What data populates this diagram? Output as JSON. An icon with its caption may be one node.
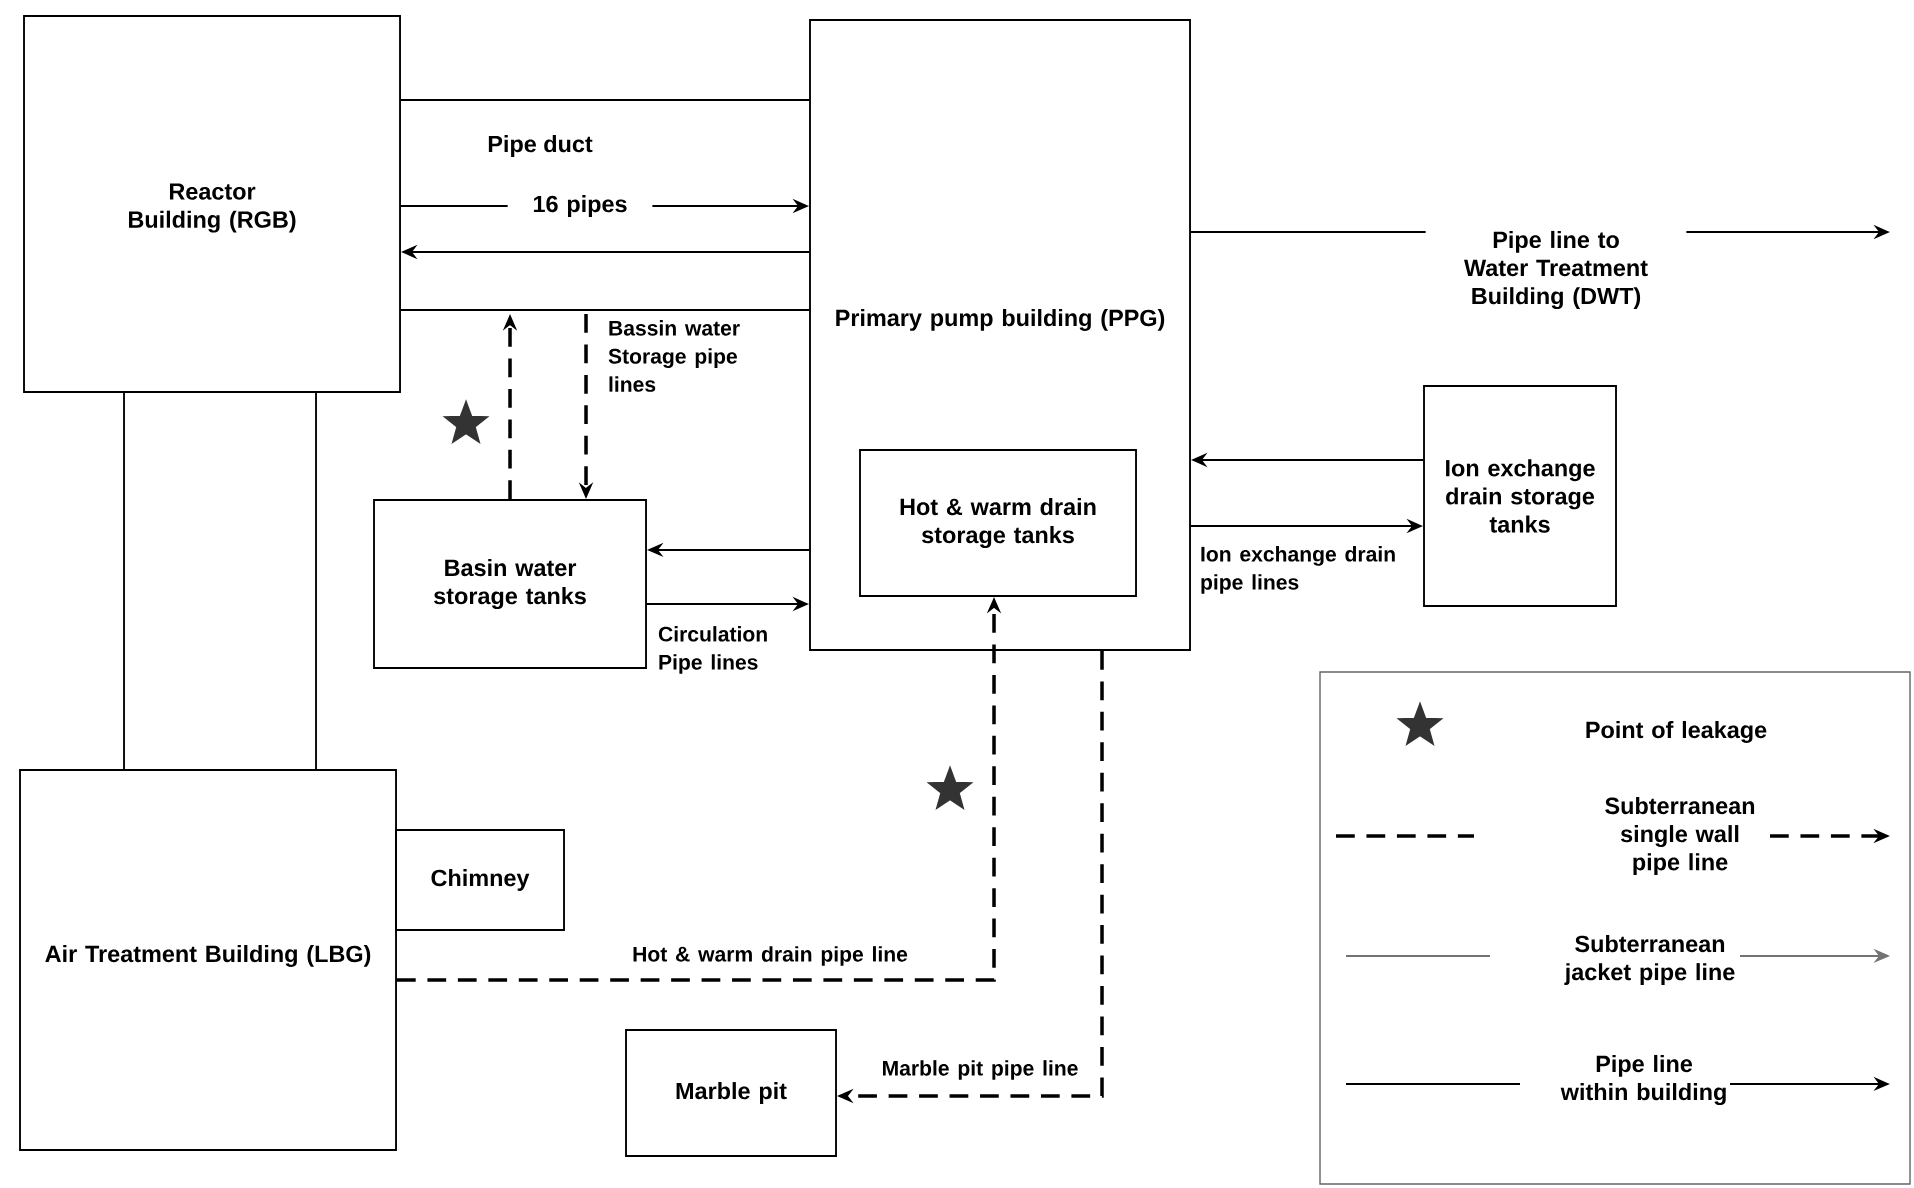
{
  "diagram": {
    "nodes": [
      {
        "text": [
          "Reactor Building (RGB)"
        ]
      },
      {
        "text": [
          "Primary pump building (PPG)"
        ]
      },
      {
        "text": [
          "Hot & warm drain storage tanks"
        ],
        "in": 1
      },
      {
        "text": [
          "Basin water storage tanks"
        ]
      },
      {
        "text": [
          "Ion exchange drain storage tanks"
        ]
      },
      {
        "text": [
          "Air Treatment Building (LBG)"
        ]
      },
      {
        "text": [
          "Chimney"
        ]
      },
      {
        "text": [
          "Marble pit"
        ]
      }
    ],
    "edges": [
      {
        "from": 0,
        "to": 1,
        "arrow": "none"
      },
      {
        "from": 0,
        "to": 1,
        "arrow": "to",
        "label": "16 pipes"
      },
      {
        "from": 1,
        "to": 0,
        "arrow": "to"
      },
      {
        "from": 0,
        "to": 1,
        "arrow": "none"
      },
      {
        "from": 3,
        "to": null,
        "arrow": "to",
        "style": "dashed"
      },
      {
        "from": null,
        "to": 3,
        "arrow": "to",
        "style": "dashed",
        "label": "Bassin water Storage pipe lines"
      },
      {
        "from": 1,
        "to": 3,
        "arrow": "to"
      },
      {
        "from": 3,
        "to": 1,
        "arrow": "to",
        "label": "Circulation Pipe lines"
      },
      {
        "from": 4,
        "to": 1,
        "arrow": "to"
      },
      {
        "from": 1,
        "to": 4,
        "arrow": "to",
        "label": "Ion exchange drain pipe lines"
      },
      {
        "from": 1,
        "to": null,
        "arrow": "to",
        "label": "Pipe line to Water Treatment Building (DWT)"
      },
      {
        "from": 5,
        "to": 2,
        "arrow": "to",
        "style": "dashed",
        "label": "Hot & warm drain pipe line"
      },
      {
        "from": 1,
        "to": 7,
        "arrow": "to",
        "style": "dashed",
        "label": "Marble pit pipe line"
      },
      {
        "from": 0,
        "to": 5,
        "arrow": "none"
      },
      {
        "from": 0,
        "to": 5,
        "arrow": "none"
      }
    ],
    "labels": [
      "Pipe duct"
    ],
    "legend": [
      {
        "text": "Point of leakage"
      },
      {
        "text": "Subterranean single wall pipe line"
      },
      {
        "text": "Subterranean jacket pipe line"
      },
      {
        "text": "Pipe line within building"
      }
    ]
  }
}
